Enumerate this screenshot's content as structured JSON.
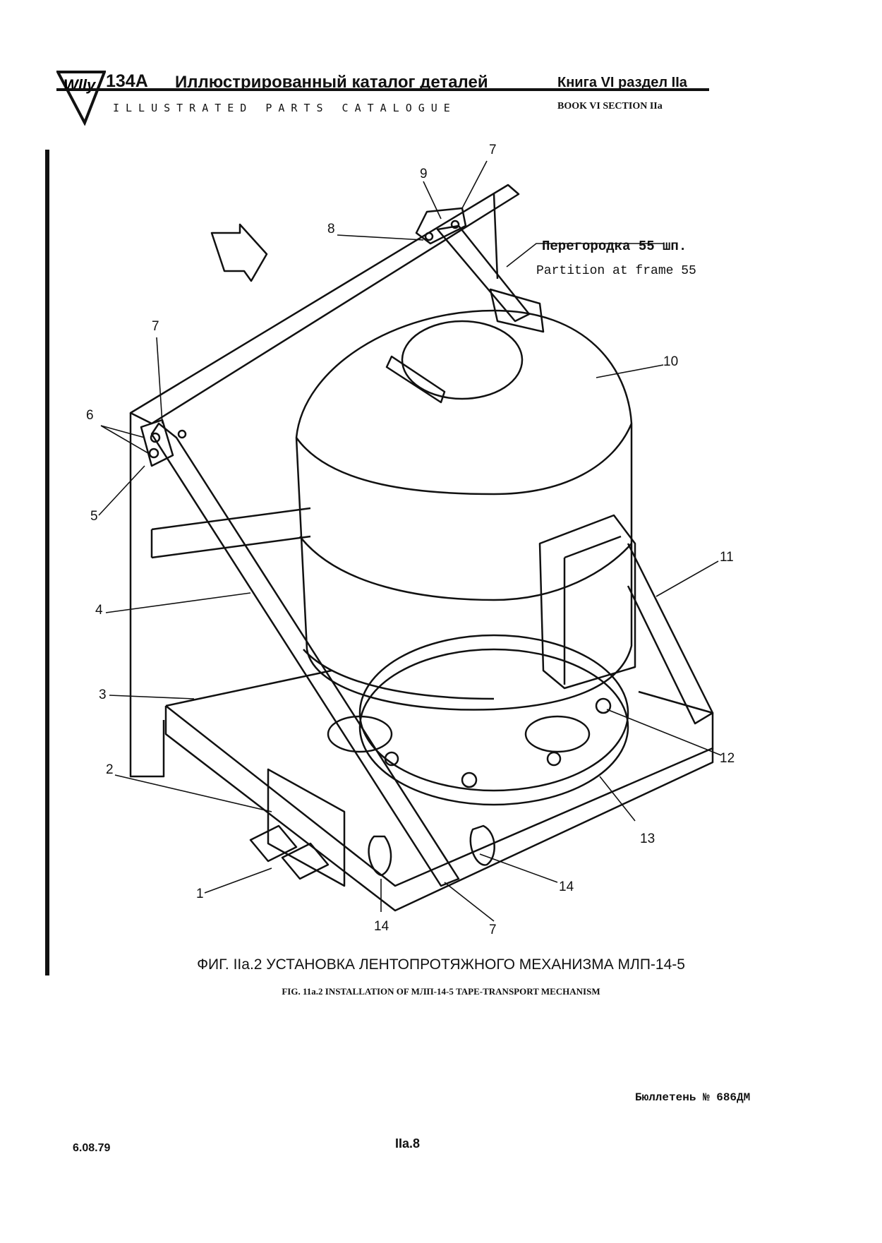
{
  "header": {
    "logo_text": "Wlly",
    "model": "134А",
    "title_ru": "Иллюстрированный  каталог деталей",
    "title_en": "ILLUSTRATED PARTS CATALOGUE",
    "book_ru": "Книга VI  раздел  IIа",
    "book_en": "BOOK  VI  SECTION IIа"
  },
  "figure": {
    "partition_ru": "Перегородка 55 шп.",
    "partition_en": "Partition at frame 55",
    "callouts": {
      "c1": "1",
      "c2": "2",
      "c3": "3",
      "c4": "4",
      "c5": "5",
      "c6": "6",
      "c7a": "7",
      "c7b": "7",
      "c7c": "7",
      "c8": "8",
      "c9": "9",
      "c10": "10",
      "c11": "11",
      "c12": "12",
      "c13": "13",
      "c14a": "14",
      "c14b": "14"
    }
  },
  "caption": {
    "ru": "ФИГ. IIа.2 УСТАНОВКА ЛЕНТОПРОТЯЖНОГО МЕХАНИЗМА МЛП-14-5",
    "en": "FIG. 11a.2 INSTALLATION OF МЛП-14-5 TAPE-TRANSPORT MECHANISM"
  },
  "footer": {
    "bulletin": "Бюллетень № 686ДМ",
    "date": "6.08.79",
    "page": "IIа.8"
  }
}
